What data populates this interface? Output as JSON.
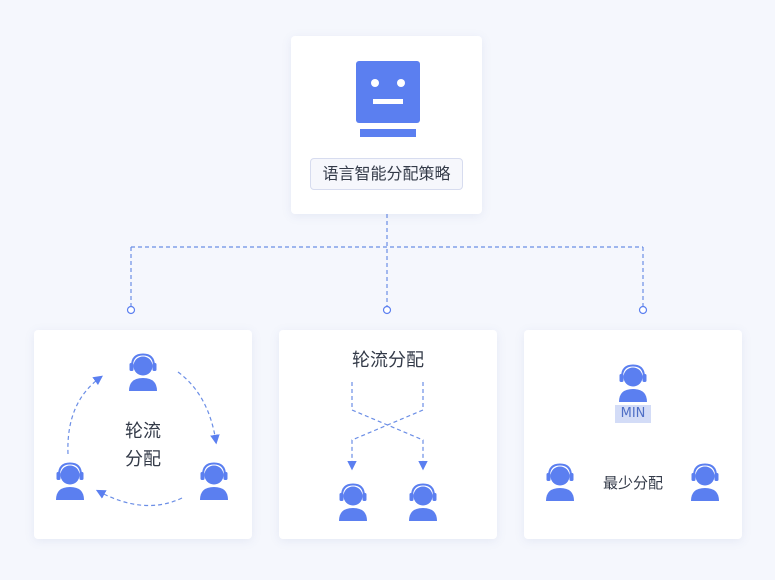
{
  "top": {
    "strategy_label": "语言智能分配策略",
    "icon": "robot-icon"
  },
  "left_card": {
    "center_line1": "轮流",
    "center_line2": "分配",
    "icon": "agent-headset-icon"
  },
  "mid_card": {
    "title": "轮流分配",
    "icon": "agent-headset-icon"
  },
  "right_card": {
    "badge": "MIN",
    "label": "最少分配",
    "icon": "agent-headset-icon"
  },
  "colors": {
    "accent": "#5b7ff0",
    "connector": "#6b8ee6",
    "background": "#f5f7fd",
    "card": "#ffffff"
  }
}
